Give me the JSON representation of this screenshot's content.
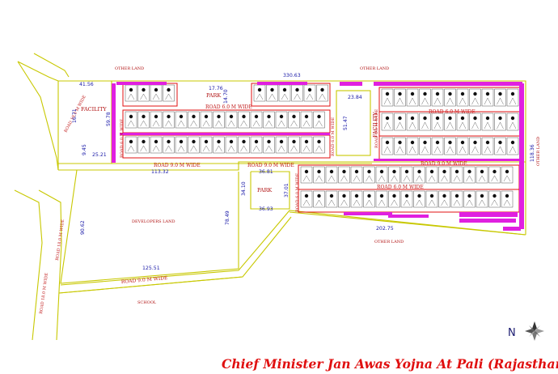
{
  "title": "Chief Minister Jan Awas Yojna At Pali (Rajasthan)",
  "north_label": "N",
  "land_labels": {
    "other_land_top_left": "OTHER LAND",
    "other_land_top_right": "OTHER LAND",
    "other_land_right": "OTHER LAND",
    "other_land_bottom": "OTHER LAND",
    "developers_land": "DEVELOPERS LAND",
    "school": "SCHOOL",
    "facility_left": "FACILITY",
    "facility_right": "FACILITY",
    "park_top": "PARK",
    "park_middle": "PARK"
  },
  "road_labels": {
    "road_18_upper": "ROAD 18.0 M WIDE",
    "road_18_lower": "ROAD 18.0 M WIDE",
    "road_6_top": "ROAD 6.0 M WIDE",
    "road_6_right": "ROAD 6.0 M WIDE",
    "road_6_mid_right": "ROAD 6.0 M WIDE",
    "road_6_vertical_left": "ROAD 6.0 M WIDE",
    "road_6_vertical_mid": "ROAD 6.0 M WIDE",
    "road_6_vertical_right": "ROAD 6.0 M WIDE",
    "road_6_vertical_park": "ROAD 6.0 M WIDE",
    "road_9_left": "ROAD 9.0 M WIDE",
    "road_9_middle": "ROAD 9.0 M WIDE",
    "road_9_right": "ROAD 9.0 M WIDE",
    "road_9_bottom": "ROAD 9.0 M WIDE"
  },
  "dimensions": {
    "top_width": "330.63",
    "left_top": "41.56",
    "facility_vertical": "16.71",
    "left_small": "9.45",
    "left_bottom": "25.21",
    "block_left_height": "59.78",
    "park_width": "17.76",
    "park_height": "14.70",
    "facility_right_width": "23.84",
    "facility_right_height": "51.47",
    "right_height": "118.36",
    "dev_top": "113.32",
    "dev_left": "90.62",
    "dev_right": "78.49",
    "dev_bottom": "125.51",
    "park2_top": "36.81",
    "park2_left": "34.10",
    "park2_right": "37.01",
    "park2_bottom": "36.93",
    "bottom_width": "202.75"
  },
  "colors": {
    "boundary": "#c8c800",
    "block_outline": "#e01010",
    "shops": "#e020e0",
    "title": "#e01010",
    "dimension_text": "#1a1aa8"
  }
}
